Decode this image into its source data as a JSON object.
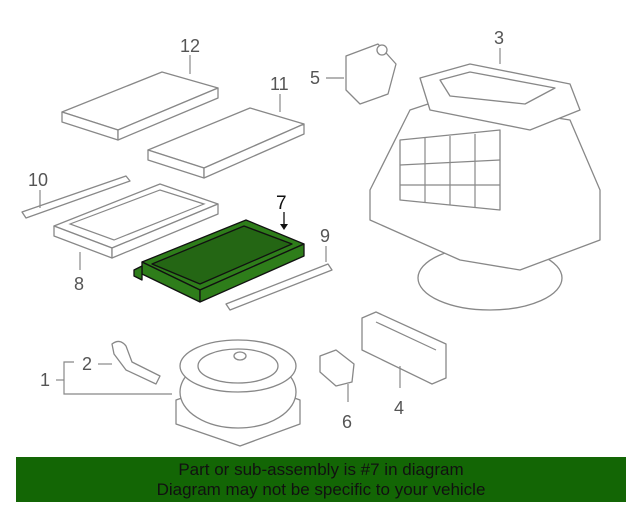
{
  "callouts": [
    "1",
    "2",
    "3",
    "4",
    "5",
    "6",
    "7",
    "8",
    "9",
    "10",
    "11",
    "12"
  ],
  "highlight": {
    "part": "7",
    "color": "#2e7d1a"
  },
  "banner": {
    "line1": "Part or sub-assembly is #7 in diagram",
    "line2": "Diagram may not be specific to your vehicle",
    "color": "#136605"
  }
}
